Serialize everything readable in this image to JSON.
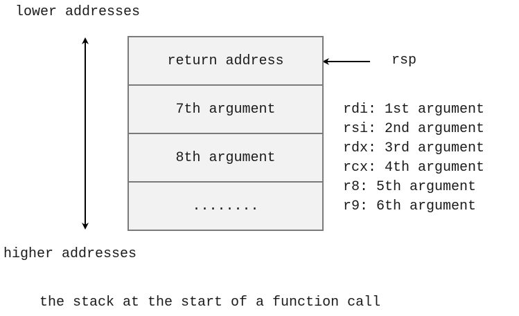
{
  "labels": {
    "lower": "lower addresses",
    "higher": "higher addresses",
    "caption": "the stack at the start of a function call",
    "pointer": "rsp"
  },
  "stack": [
    "return address",
    "7th argument",
    "8th argument",
    "........"
  ],
  "registers": [
    "rdi: 1st argument",
    "rsi: 2nd argument",
    "rdx: 3rd argument",
    "rcx: 4th argument",
    "r8: 5th argument",
    "r9: 6th argument"
  ],
  "colors": {
    "cell_fill": "#f2f2f2",
    "cell_border": "#7a7a7a",
    "arrow": "#000000"
  }
}
